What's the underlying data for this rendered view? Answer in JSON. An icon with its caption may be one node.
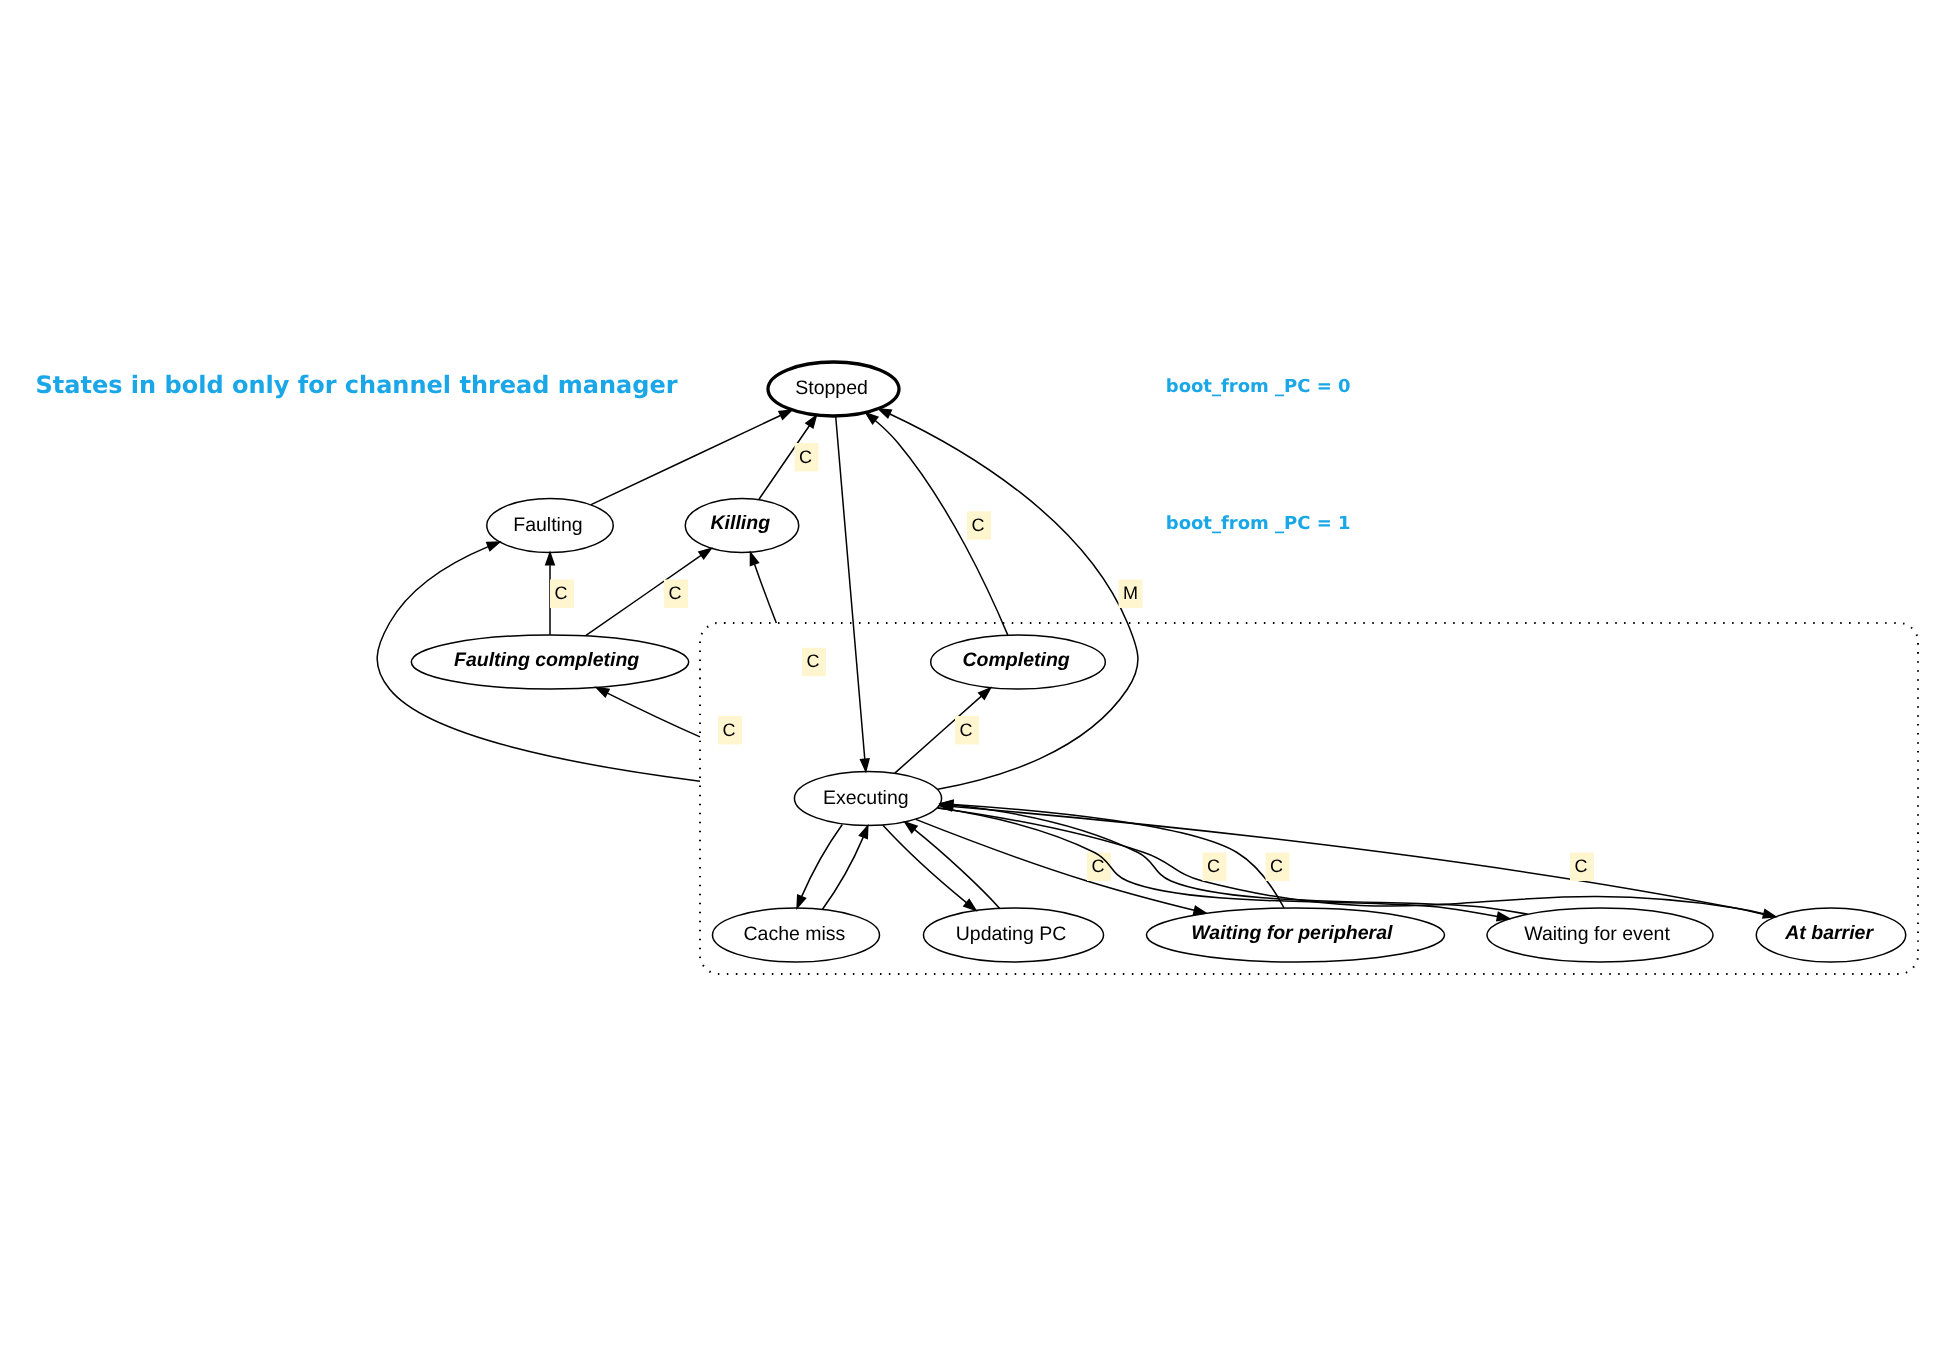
{
  "diagram": {
    "nodes": [
      {
        "text": [
          "Faulting"
        ]
      },
      {
        "text": [
          "Killing"
        ]
      },
      {
        "text": [
          "Stopped"
        ]
      },
      {
        "text": [
          "Faulting completing"
        ]
      },
      {
        "text": [],
        "shape": "ellipse"
      },
      {
        "text": [
          "Completing"
        ],
        "in": 4
      },
      {
        "text": [
          "Executing"
        ],
        "in": 4
      },
      {
        "text": [
          "Cache miss"
        ],
        "in": 4
      },
      {
        "text": [
          "Updating PC"
        ],
        "in": 4
      },
      {
        "text": [
          "Waiting for peripheral"
        ],
        "in": 4
      },
      {
        "text": [
          "Waiting for event"
        ],
        "in": 4
      },
      {
        "text": [
          "At barrier"
        ],
        "in": 4
      }
    ],
    "edges": [
      {
        "from": 0,
        "to": 2,
        "arrow": "to"
      },
      {
        "from": 1,
        "to": 2,
        "arrow": "to",
        "label": "C"
      },
      {
        "from": 5,
        "to": 2,
        "arrow": "to",
        "label": "C"
      },
      {
        "from": 3,
        "to": 0,
        "arrow": "to",
        "label": "C"
      },
      {
        "from": 3,
        "to": 1,
        "arrow": "to",
        "label": "C"
      },
      {
        "from": 4,
        "to": 1,
        "arrow": "to",
        "label": "C"
      },
      {
        "from": 4,
        "to": 3,
        "arrow": "to",
        "label": "C"
      },
      {
        "from": 4,
        "to": 0,
        "arrow": "to"
      },
      {
        "from": 6,
        "to": 5,
        "arrow": "to",
        "label": "C"
      },
      {
        "from": 6,
        "to": 2,
        "arrow": "to",
        "label": "M"
      },
      {
        "from": 2,
        "to": 6,
        "arrow": "to"
      },
      {
        "from": 6,
        "to": 7,
        "arrow": "to"
      },
      {
        "from": 7,
        "to": 6,
        "arrow": "to"
      },
      {
        "from": 6,
        "to": 8,
        "arrow": "to"
      },
      {
        "from": 8,
        "to": 6,
        "arrow": "to"
      },
      {
        "from": 6,
        "to": 10,
        "arrow": "to"
      },
      {
        "from": 10,
        "to": 6,
        "arrow": "to"
      },
      {
        "from": 9,
        "to": 6,
        "arrow": "to",
        "label": "C"
      },
      {
        "from": 6,
        "to": 9,
        "arrow": "to",
        "label": "C"
      },
      {
        "from": 11,
        "to": 6,
        "arrow": "to",
        "label": "C"
      },
      {
        "from": 6,
        "to": 11,
        "arrow": "to",
        "label": "C"
      }
    ],
    "labels": [
      "States in bold only for channel thread manager",
      "boot_from _PC = 0",
      "boot_from _PC = 1"
    ]
  }
}
